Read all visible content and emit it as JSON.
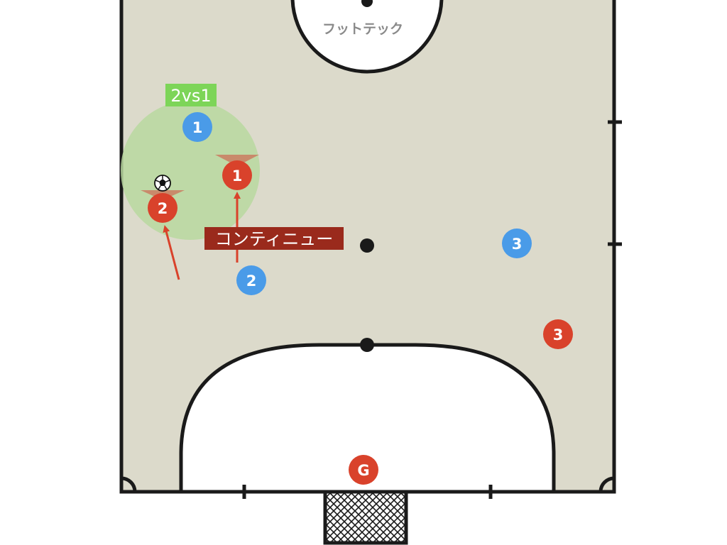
{
  "brand": {
    "logo_text": "フットテック"
  },
  "labels": {
    "two_vs_one": "2vs1",
    "continue": "コンティニュー"
  },
  "colors": {
    "court": "#dcdacb",
    "line": "#1a1a1a",
    "red_team": "#d9422b",
    "blue_team": "#4a9be8",
    "zone": "#b9d8a0",
    "tag_green": "#7dd558",
    "tag_red": "#9a2a1c",
    "arrow": "#d9422b"
  },
  "players": {
    "blue_1": "1",
    "blue_2": "2",
    "blue_3": "3",
    "red_1": "1",
    "red_2": "2",
    "red_3": "3",
    "goalkeeper": "G"
  },
  "icons": {
    "ball": "soccer-ball-icon",
    "goal": "goal-net-icon"
  }
}
